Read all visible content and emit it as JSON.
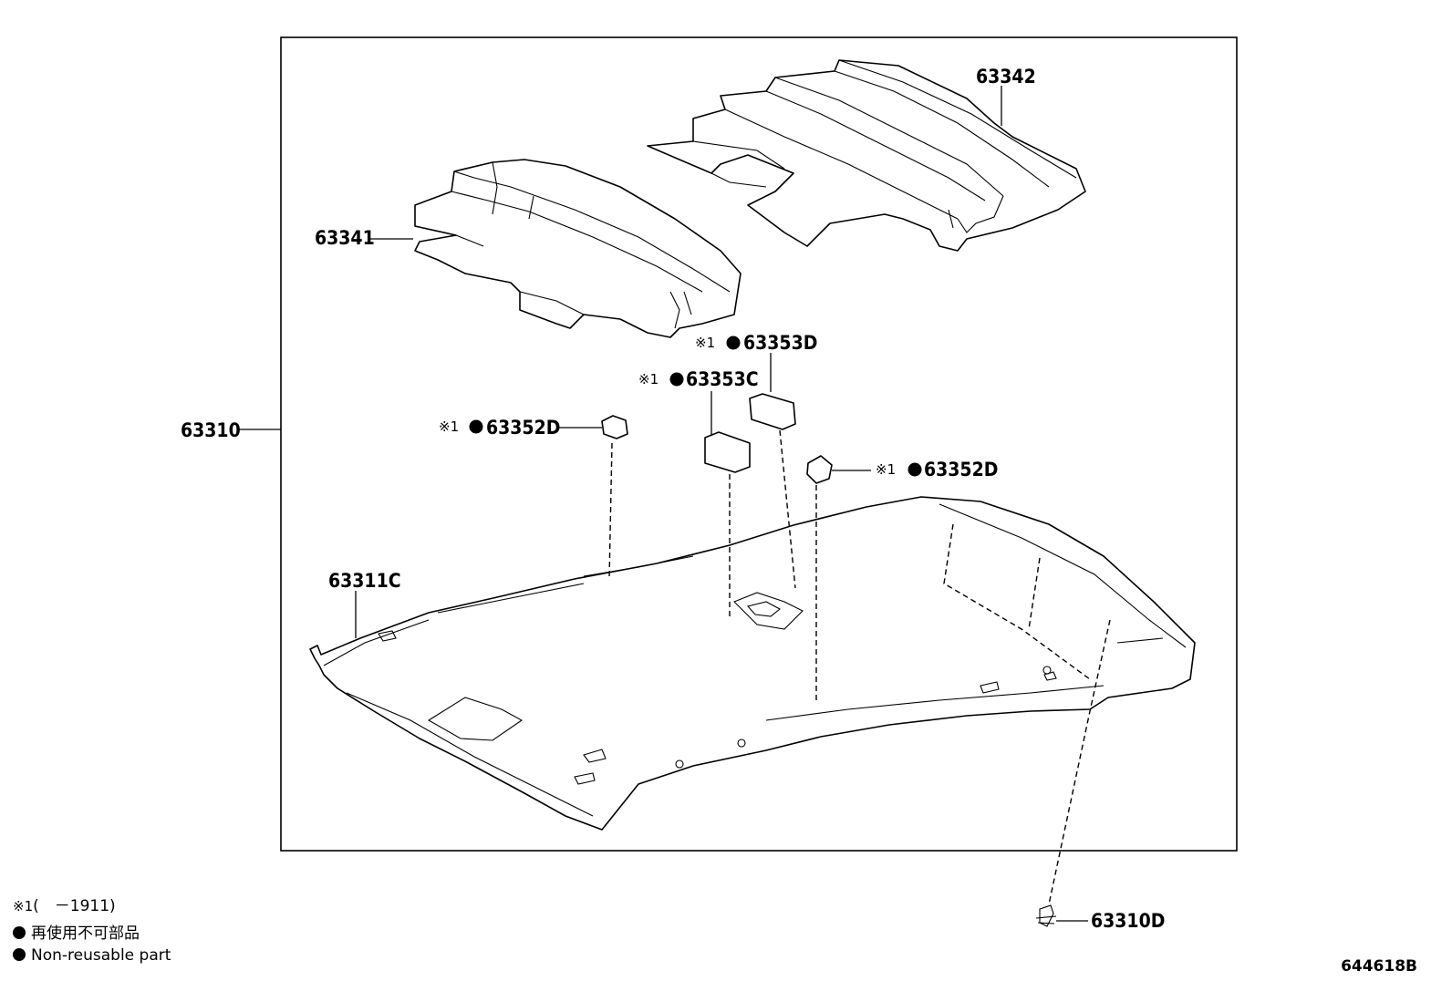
{
  "parts": {
    "assembly": "63310",
    "rear_shade": "63342",
    "front_shade": "63341",
    "pad_d_upper": "63353D",
    "pad_c": "63353C",
    "pad_left": "63352D",
    "pad_right": "63352D",
    "headliner": "63311C",
    "clip": "63310D"
  },
  "markers": {
    "ref_mark": "※1",
    "nonreusable_symbol": "●"
  },
  "legend": {
    "ref_note_mark": "※1",
    "ref_note_text": "(　－1911)",
    "nonreusable_jp": "再使用不可部品",
    "nonreusable_en": "Non-reusable part"
  },
  "figure_number": "644618B"
}
